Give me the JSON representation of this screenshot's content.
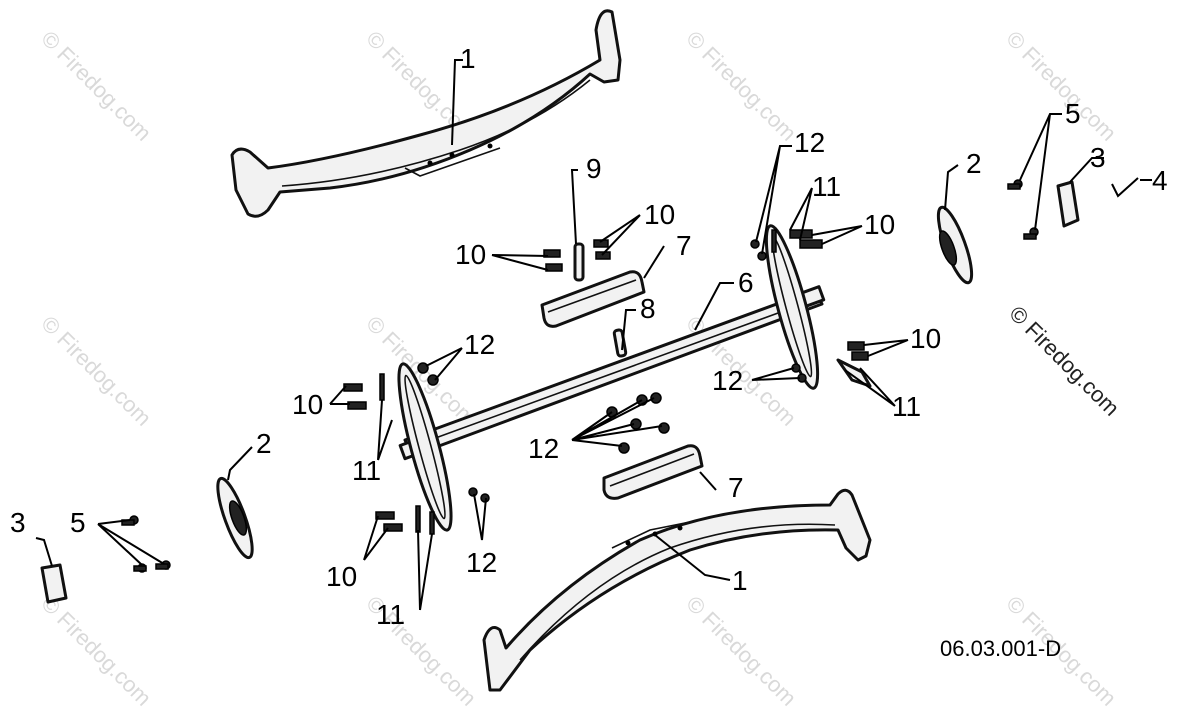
{
  "diagram": {
    "drawing_code": "06.03.001-D",
    "watermark": "© Firedog.com",
    "callouts": {
      "c1_top": "1",
      "c1_bottom": "1",
      "c2_right": "2",
      "c2_left": "2",
      "c3_right": "3",
      "c3_left": "3",
      "c4": "4",
      "c5_right": "5",
      "c5_left": "5",
      "c6": "6",
      "c7_top": "7",
      "c7_bottom": "7",
      "c8": "8",
      "c9": "9",
      "c10_a": "10",
      "c10_b": "10",
      "c10_c": "10",
      "c10_d": "10",
      "c10_e": "10",
      "c10_f": "10",
      "c11_a": "11",
      "c11_b": "11",
      "c11_c": "11",
      "c11_d": "11",
      "c12_a": "12",
      "c12_b": "12",
      "c12_c": "12",
      "c12_d": "12",
      "c12_e": "12"
    }
  }
}
